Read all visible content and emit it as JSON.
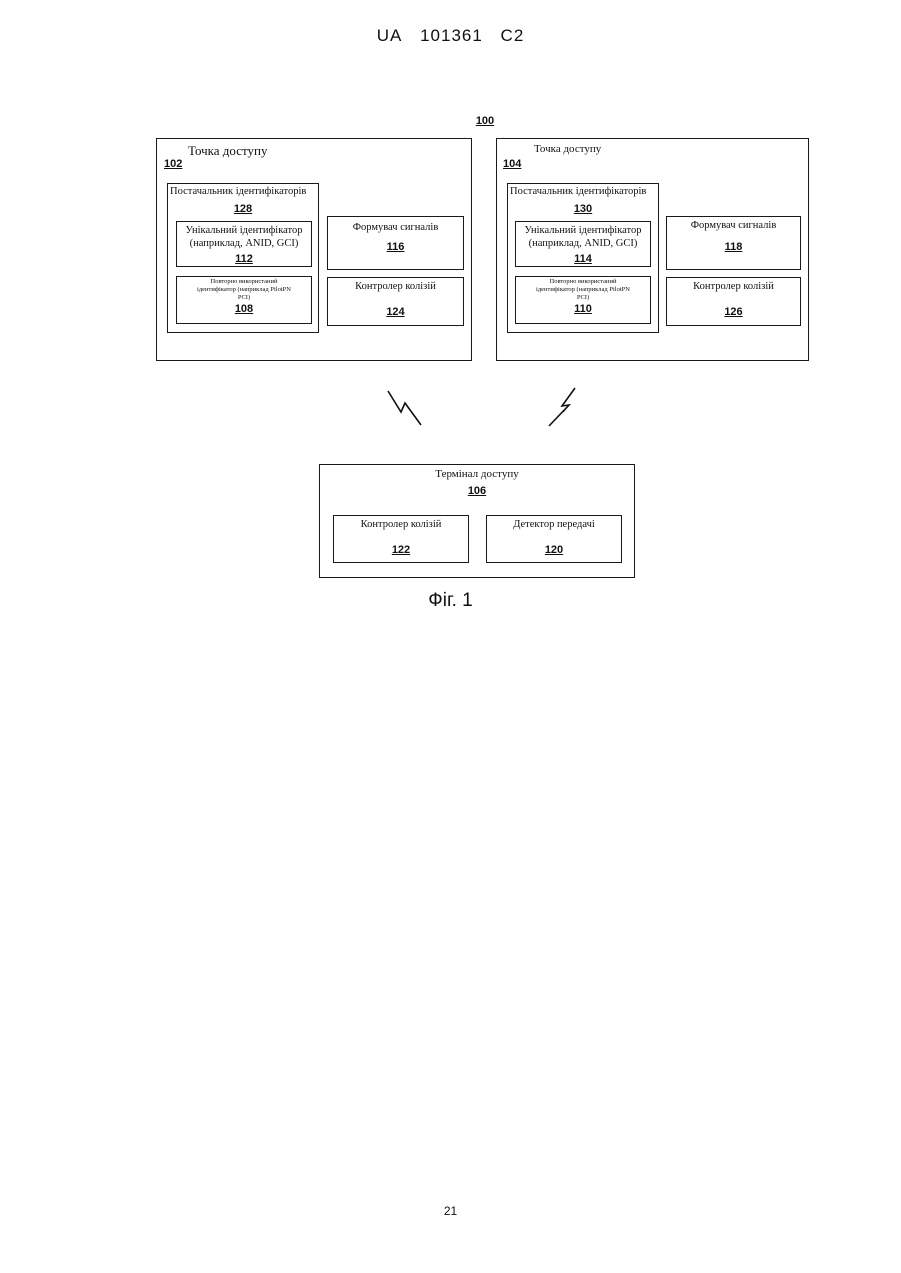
{
  "header": {
    "country": "UA",
    "number": "101361",
    "kind": "C2"
  },
  "system_ref": "100",
  "access_point_1": {
    "title": "Точка доступу",
    "ref": "102",
    "provider": {
      "title": "Постачальник ідентифікаторів",
      "ref": "128"
    },
    "unique_id": {
      "line1": "Унікальний ідентифікатор",
      "line2": "(наприклад, ANID, GCI)",
      "ref": "112"
    },
    "reused_id": {
      "line1": "Повторно використаний",
      "line2": "ідентифікатор (наприклад PilotPN",
      "line3": "PCI)",
      "ref": "108"
    },
    "signal_former": {
      "title": "Формувач сигналів",
      "ref": "116"
    },
    "collision_controller": {
      "title": "Контролер колізій",
      "ref": "124"
    }
  },
  "access_point_2": {
    "title": "Точка доступу",
    "ref": "104",
    "provider": {
      "title": "Постачальник ідентифікаторів",
      "ref": "130"
    },
    "unique_id": {
      "line1": "Унікальний ідентифікатор",
      "line2": "(наприклад, ANID, GCI)",
      "ref": "114"
    },
    "reused_id": {
      "line1": "Повторно використаний",
      "line2": "ідентифікатор (наприклад PilotPN",
      "line3": "PCI)",
      "ref": "110"
    },
    "signal_former": {
      "title": "Формувач сигналів",
      "ref": "118"
    },
    "collision_controller": {
      "title": "Контролер колізій",
      "ref": "126"
    }
  },
  "access_terminal": {
    "title": "Термінал доступу",
    "ref": "106",
    "collision_controller": {
      "title": "Контролер колізій",
      "ref": "122"
    },
    "transmission_detector": {
      "title": "Детектор передачі",
      "ref": "120"
    }
  },
  "caption": "Фіг. 1",
  "page_number": "21"
}
